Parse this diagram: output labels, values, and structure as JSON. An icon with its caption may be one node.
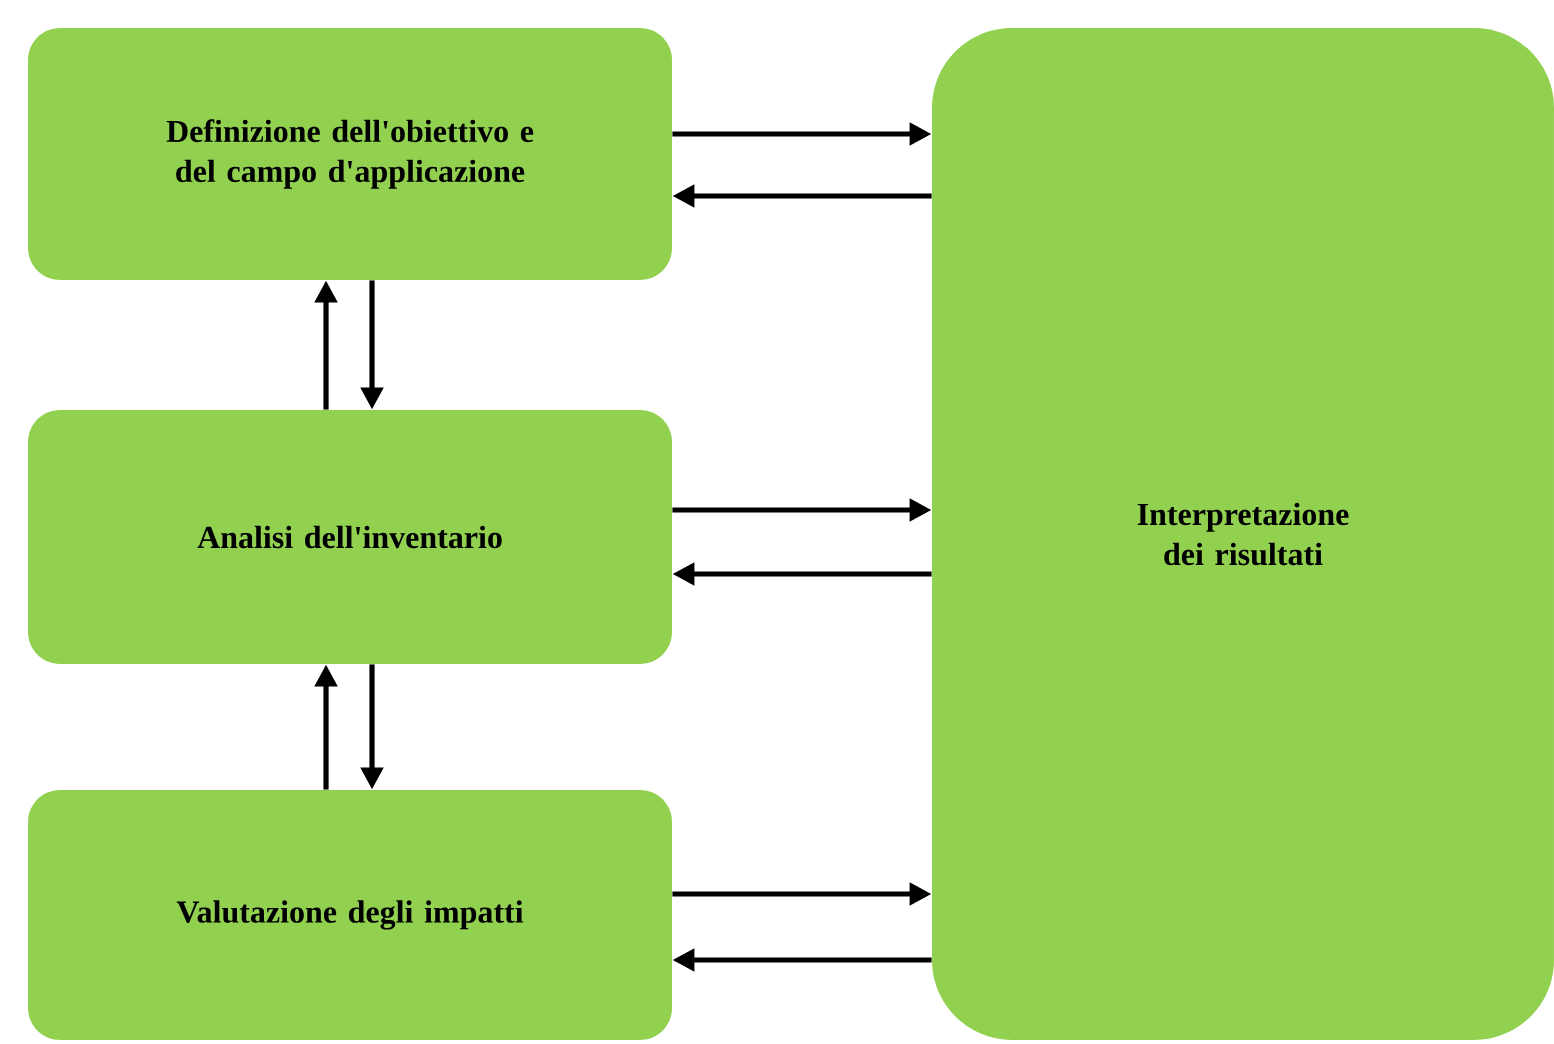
{
  "diagram": {
    "nodes": [
      {
        "text": [
          "Definizione dell'obiettivo e del campo d'applicazione"
        ]
      },
      {
        "text": [
          "Analisi dell'inventario"
        ]
      },
      {
        "text": [
          "Valutazione degli impatti"
        ]
      },
      {
        "text": [
          "Interpretazione dei risultati"
        ]
      }
    ],
    "edges": [
      {
        "from": 0,
        "to": 3,
        "arrow": "to"
      },
      {
        "from": 3,
        "to": 0,
        "arrow": "to"
      },
      {
        "from": 1,
        "to": 3,
        "arrow": "to"
      },
      {
        "from": 3,
        "to": 1,
        "arrow": "to"
      },
      {
        "from": 2,
        "to": 3,
        "arrow": "to"
      },
      {
        "from": 3,
        "to": 2,
        "arrow": "to"
      },
      {
        "from": 1,
        "to": 0,
        "arrow": "to"
      },
      {
        "from": 0,
        "to": 1,
        "arrow": "to"
      },
      {
        "from": 2,
        "to": 1,
        "arrow": "to"
      },
      {
        "from": 1,
        "to": 2,
        "arrow": "to"
      }
    ]
  }
}
